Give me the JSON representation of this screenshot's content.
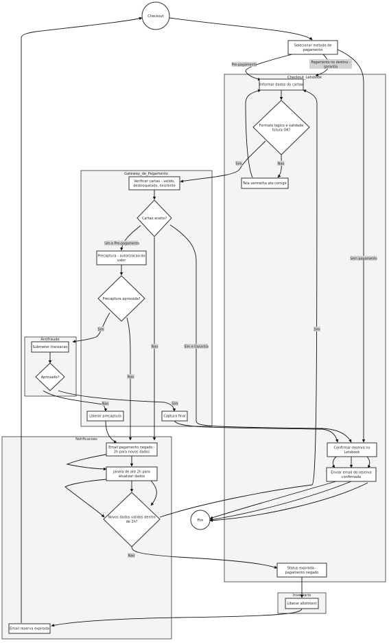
{
  "clusters": {
    "checkout_letsbook": "Checkout_Letsbook",
    "gateway": "Gateway_de_Pagamento",
    "antifraude": "Antifraude",
    "notificacoes": "Notificacoes",
    "inventario": "Inventario"
  },
  "nodes": {
    "checkout": [
      "Checkout"
    ],
    "selecionar": [
      "Selecionar metodo de",
      "pagamento"
    ],
    "informar": [
      "Informar dados do cartao"
    ],
    "formato": [
      "Formato logico e validade",
      "futura OK?"
    ],
    "tela": [
      "Tela vermelha ate corrigir"
    ],
    "verificar": [
      "Verificar cartao - valido,",
      "desbloqueado, existente"
    ],
    "cartao_aceito": [
      "Cartao aceito?"
    ],
    "precaptura": [
      "Precaptura - autorizacao do",
      "valor"
    ],
    "precaptura_aprovada": [
      "Precaptura aprovada?"
    ],
    "submeter": [
      "Submeter transacao"
    ],
    "aprovado": [
      "Aprovado?"
    ],
    "liberar_precaptura": [
      "Liberar precaptura"
    ],
    "captura_final": [
      "Captura final"
    ],
    "email_negado": [
      "Email pagamento negado -",
      "2h para novos dados"
    ],
    "janela": [
      "Janela de ate 2h para",
      "atualizar dados"
    ],
    "novos_dados": [
      "Novos dados validos dentro",
      "de 2h?"
    ],
    "fim": [
      "Fim"
    ],
    "confirmar": [
      "Confirmar reserva no",
      "Letsbook"
    ],
    "enviar_email": [
      "Enviar email de reserva",
      "confirmada"
    ],
    "status_expirada": [
      "Status expirada -",
      "pagamento negado"
    ],
    "liberar_allotment": [
      "Liberar allotment"
    ],
    "email_expirada": [
      "Email reserva expirada"
    ]
  },
  "edge_labels": {
    "pre_pagamento": "Pre-pagamento",
    "pagamento_destino": [
      "Pagamento no destino -",
      "garantia"
    ],
    "sem_pagamento": "Sem pagamento",
    "sim_formato": "Sim",
    "nao_formato": "Nao",
    "sim_pre_pagamento": "Sim e Pre-pagamento",
    "sim_garantia": "Sim e Garantia",
    "nao_cartao": "Nao",
    "sim_precaptura": "Sim",
    "nao_precaptura": "Nao",
    "nao_aprovado": "Nao",
    "sim_aprovado": "Sim",
    "sim_novos": "Sim",
    "nao_novos": "Nao"
  }
}
